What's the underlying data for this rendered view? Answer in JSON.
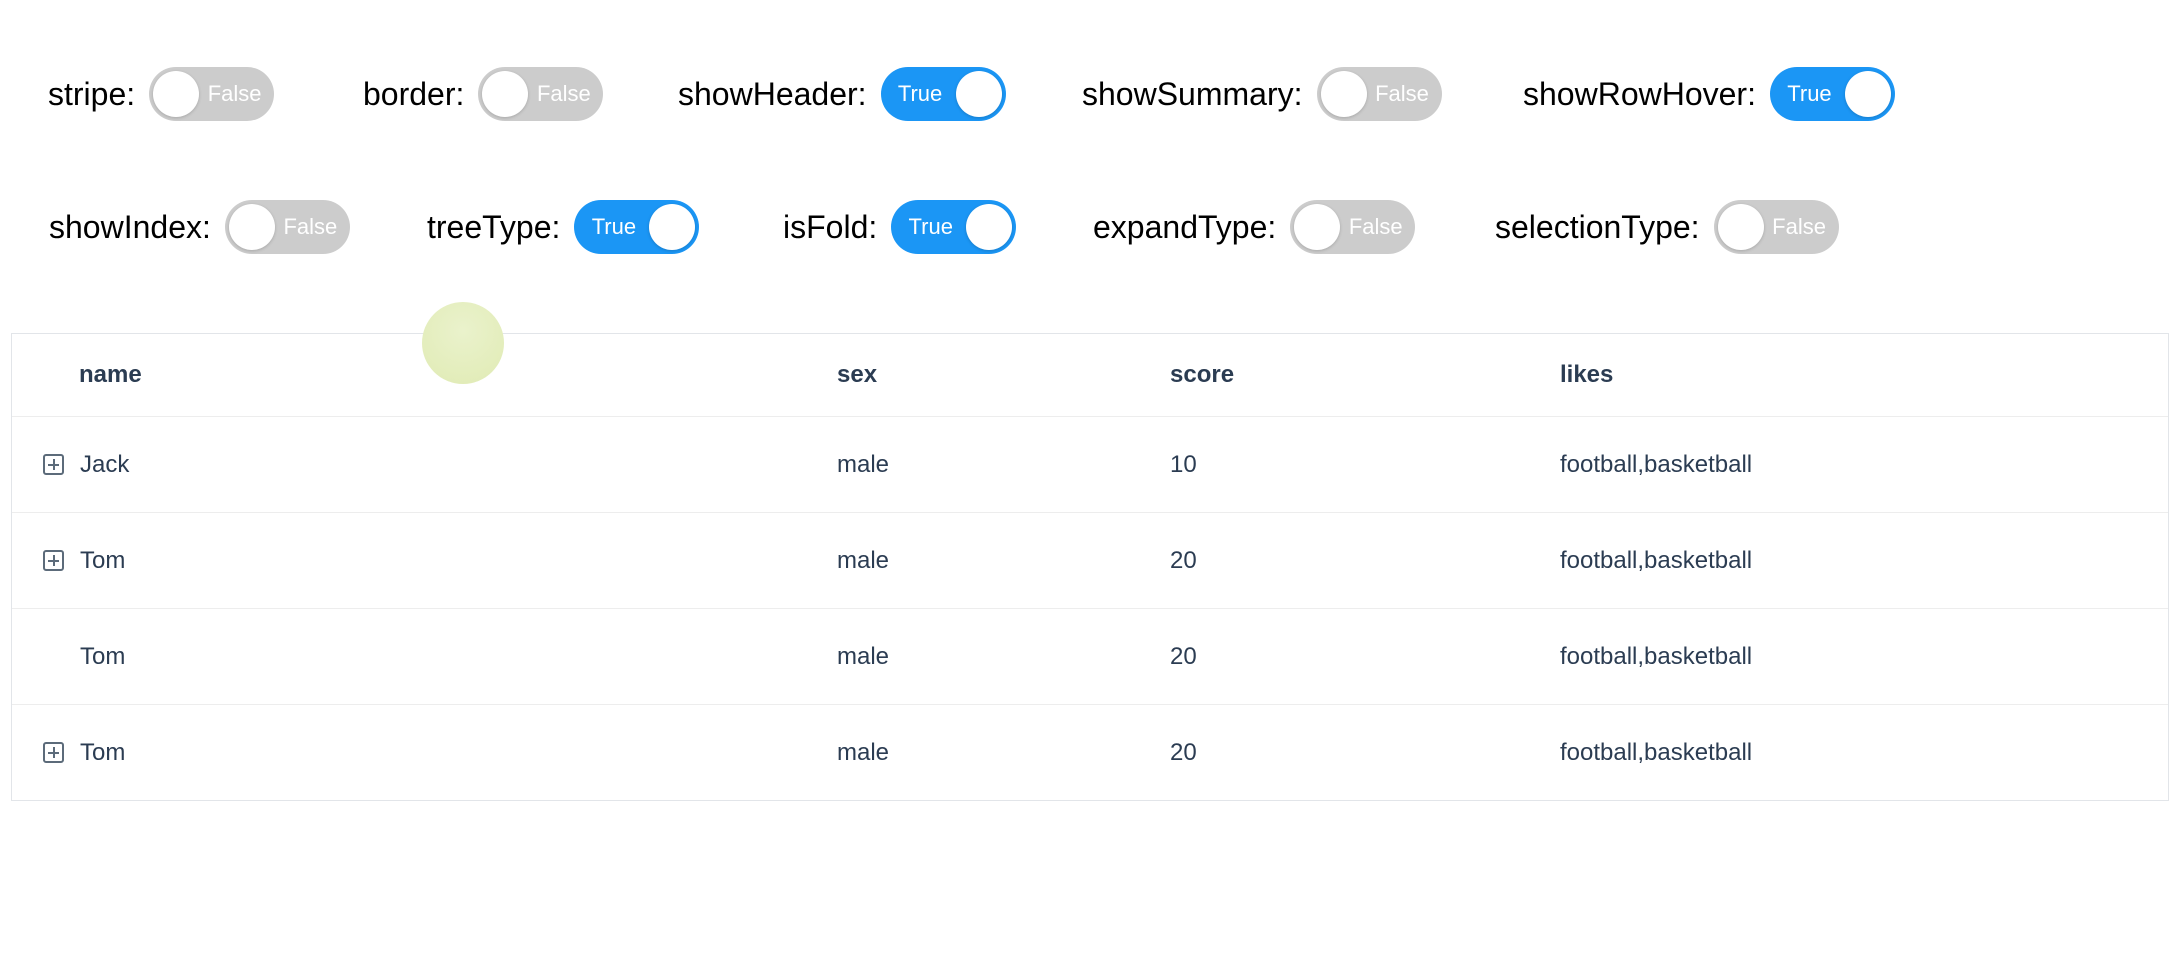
{
  "controls": {
    "row1": [
      {
        "id": "stripe",
        "label": "stripe:",
        "value": "False",
        "on": false
      },
      {
        "id": "border",
        "label": "border:",
        "value": "False",
        "on": false
      },
      {
        "id": "showHeader",
        "label": "showHeader:",
        "value": "True",
        "on": true
      },
      {
        "id": "showSummary",
        "label": "showSummary:",
        "value": "False",
        "on": false
      },
      {
        "id": "showRowHover",
        "label": "showRowHover:",
        "value": "True",
        "on": true
      }
    ],
    "row2": [
      {
        "id": "showIndex",
        "label": "showIndex:",
        "value": "False",
        "on": false
      },
      {
        "id": "treeType",
        "label": "treeType:",
        "value": "True",
        "on": true
      },
      {
        "id": "isFold",
        "label": "isFold:",
        "value": "True",
        "on": true
      },
      {
        "id": "expandType",
        "label": "expandType:",
        "value": "False",
        "on": false
      },
      {
        "id": "selectionType",
        "label": "selectionType:",
        "value": "False",
        "on": false
      }
    ]
  },
  "table": {
    "columns": [
      {
        "key": "name",
        "label": "name"
      },
      {
        "key": "sex",
        "label": "sex"
      },
      {
        "key": "score",
        "label": "score"
      },
      {
        "key": "likes",
        "label": "likes"
      }
    ],
    "rows": [
      {
        "name": "Jack",
        "sex": "male",
        "score": "10",
        "likes": "football,basketball",
        "has_expand_icon": true
      },
      {
        "name": "Tom",
        "sex": "male",
        "score": "20",
        "likes": "football,basketball",
        "has_expand_icon": true
      },
      {
        "name": "Tom",
        "sex": "male",
        "score": "20",
        "likes": "football,basketball",
        "has_expand_icon": false
      },
      {
        "name": "Tom",
        "sex": "male",
        "score": "20",
        "likes": "football,basketball",
        "has_expand_icon": true
      }
    ]
  },
  "colors": {
    "toggle_on": "#1b96f5",
    "toggle_off": "#cccccc",
    "toggle_text": "#ffffff",
    "table_text": "#2b3c52",
    "table_border": "#e2e5e9",
    "row_divider": "#ededed",
    "click_indicator": "#e3edbb"
  },
  "icons": {
    "expand": "plus-square-icon",
    "toggle_knob": "circle-knob"
  }
}
